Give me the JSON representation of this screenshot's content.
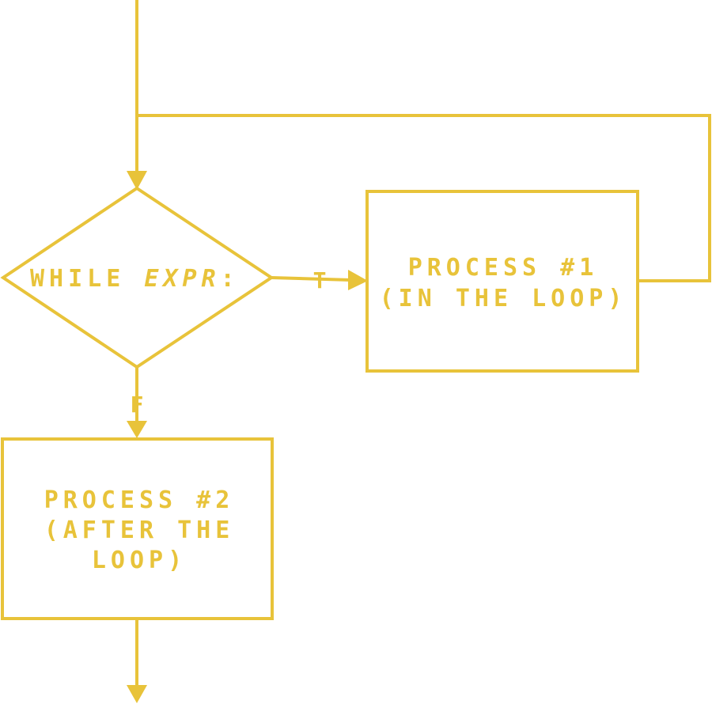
{
  "diagram": {
    "condition": {
      "keyword": "WHILE ",
      "expression": "EXPR",
      "suffix": ":"
    },
    "true_label": "T",
    "false_label": "F",
    "process1": {
      "line1": "PROCESS #1",
      "line2": "(IN THE LOOP)"
    },
    "process2": {
      "line1": "PROCESS #2",
      "line2": "(AFTER THE",
      "line3": "LOOP)"
    }
  },
  "colors": {
    "stroke": "#E8C33A",
    "background": "#FFFFFF"
  }
}
